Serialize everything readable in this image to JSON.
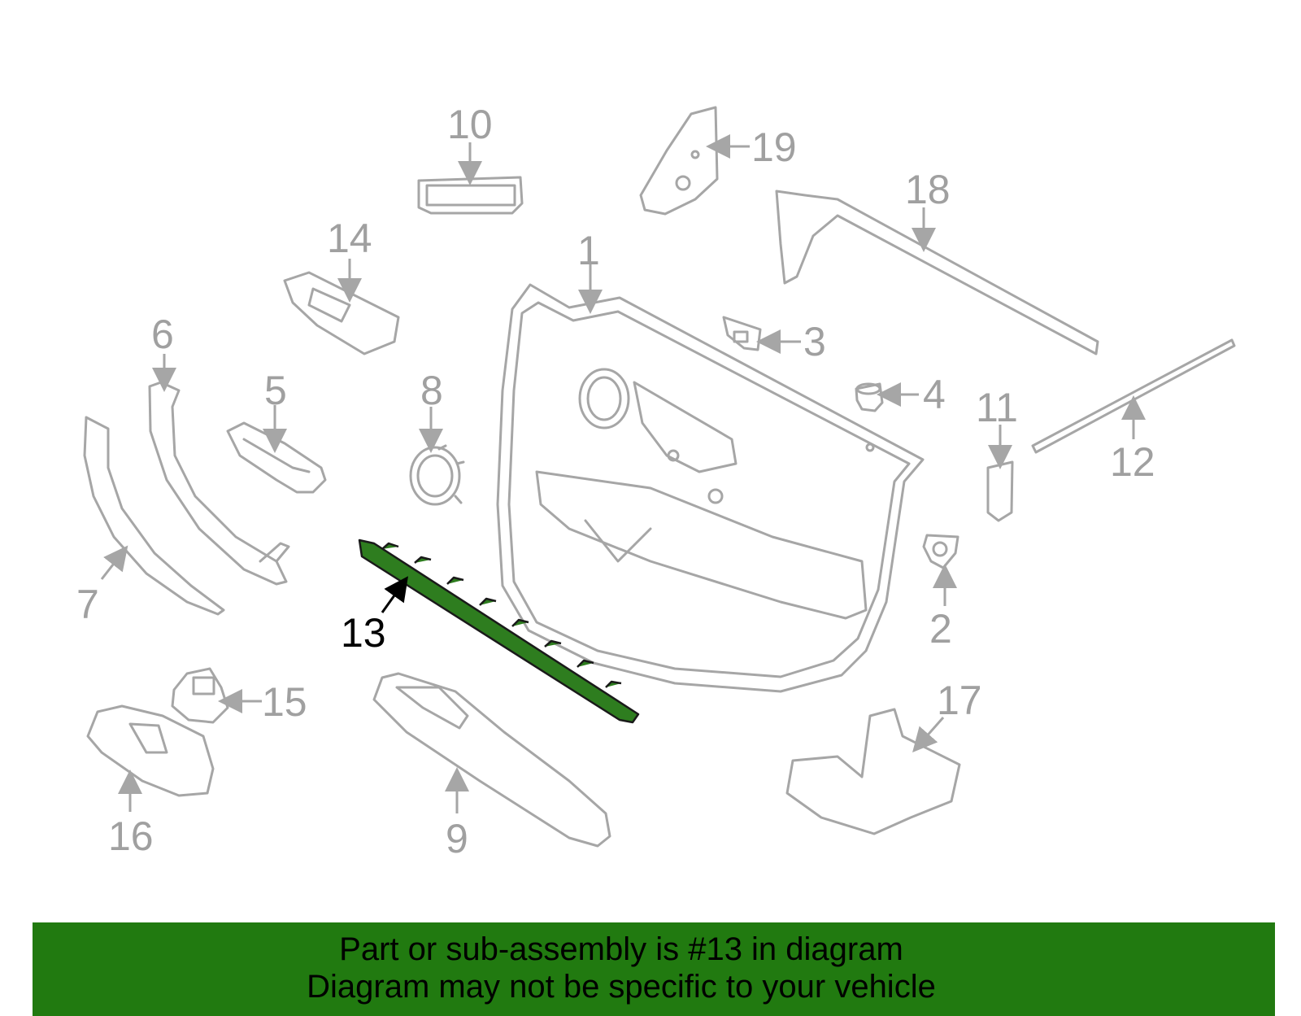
{
  "diagram": {
    "highlighted_part": "13",
    "callouts": [
      "1",
      "2",
      "3",
      "4",
      "5",
      "6",
      "7",
      "8",
      "9",
      "10",
      "11",
      "12",
      "13",
      "14",
      "15",
      "16",
      "17",
      "18",
      "19"
    ],
    "colors": {
      "line": "#a6a6a6",
      "highlight": "#2e7d1f",
      "banner": "#217a10"
    }
  },
  "banner": {
    "line1": "Part or sub-assembly is #13 in diagram",
    "line2": "Diagram may not be specific to your vehicle"
  }
}
